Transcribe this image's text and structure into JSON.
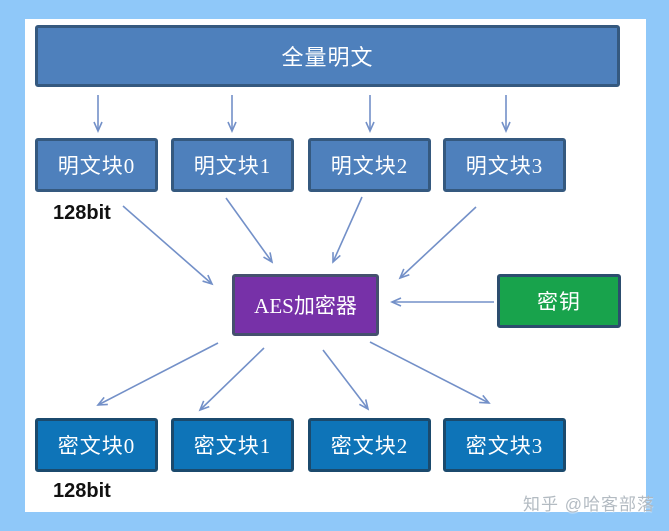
{
  "diagram": {
    "title_box": {
      "label": "全量明文"
    },
    "plaintext_blocks": [
      {
        "label": "明文块0"
      },
      {
        "label": "明文块1"
      },
      {
        "label": "明文块2"
      },
      {
        "label": "明文块3"
      }
    ],
    "block_size_label_top": "128bit",
    "encryptor": {
      "label": "AES加密器"
    },
    "key": {
      "label": "密钥"
    },
    "ciphertext_blocks": [
      {
        "label": "密文块0"
      },
      {
        "label": "密文块1"
      },
      {
        "label": "密文块2"
      },
      {
        "label": "密文块3"
      }
    ],
    "block_size_label_bottom": "128bit",
    "colors": {
      "canvas_border": "#8fc8f9",
      "panel": "#ffffff",
      "plaintext_fill": "#4e80bc",
      "plaintext_border": "#35597f",
      "encryptor_fill": "#7731a8",
      "encryptor_border": "#45506e",
      "key_fill": "#18a34c",
      "key_border": "#2c4d6e",
      "ciphertext_fill": "#0e74b8",
      "ciphertext_border": "#1b4a6d",
      "arrow": "#7390c8"
    }
  },
  "watermark": "知乎 @哈客部落"
}
